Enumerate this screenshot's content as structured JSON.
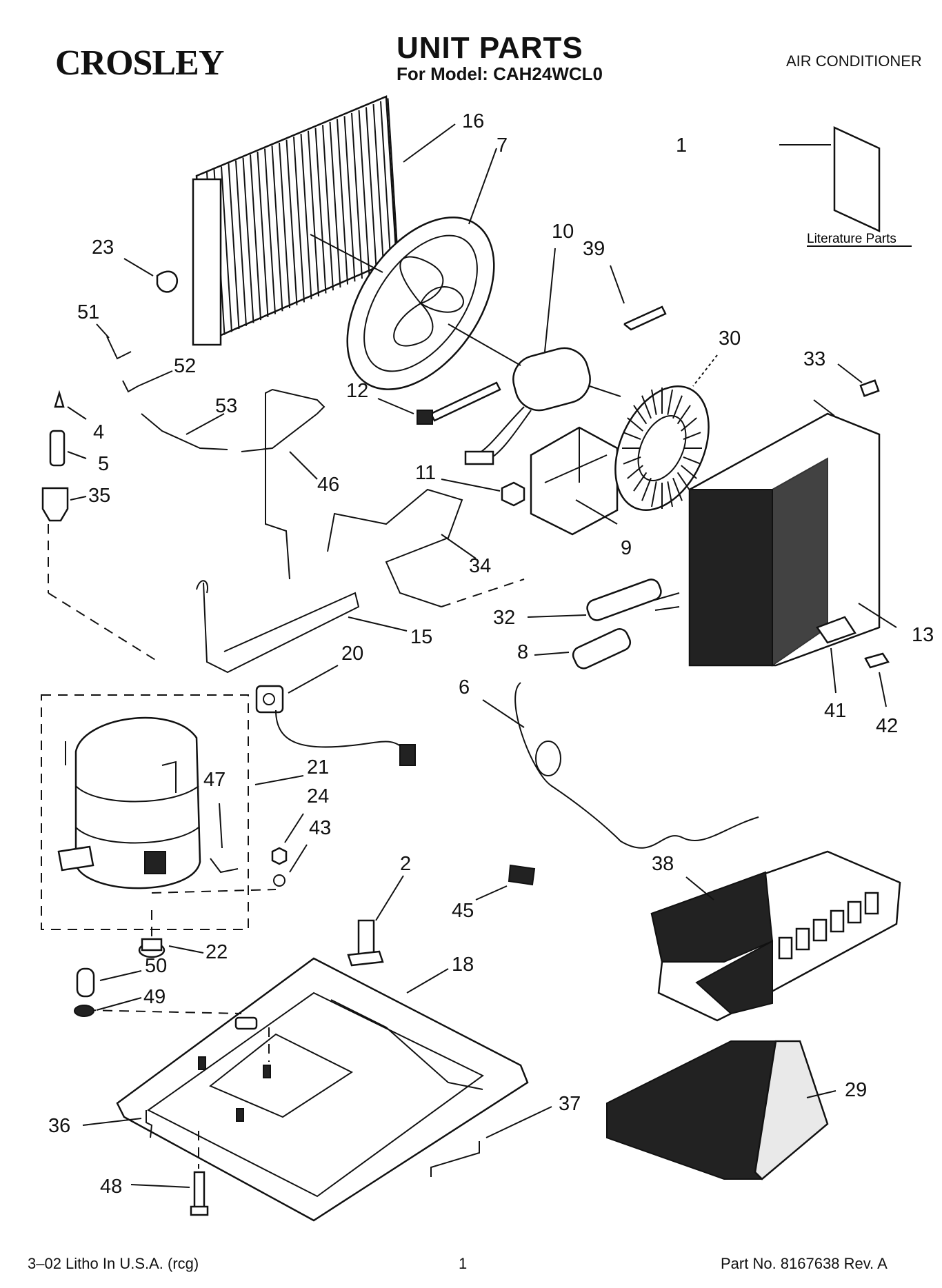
{
  "header": {
    "brand": "CROSLEY",
    "title": "UNIT PARTS",
    "model_line": "For Model: CAH24WCL0",
    "product_type": "AIR CONDITIONER"
  },
  "diagram": {
    "literature_label": "Literature Parts",
    "callouts": [
      "1",
      "2",
      "4",
      "5",
      "6",
      "7",
      "8",
      "9",
      "10",
      "11",
      "12",
      "13",
      "15",
      "16",
      "18",
      "20",
      "21",
      "22",
      "23",
      "24",
      "29",
      "30",
      "32",
      "33",
      "34",
      "35",
      "36",
      "37",
      "38",
      "39",
      "41",
      "42",
      "43",
      "45",
      "46",
      "47",
      "48",
      "49",
      "50",
      "51",
      "52",
      "53"
    ]
  },
  "footer": {
    "print_info": "3–02 Litho In U.S.A. (rcg)",
    "page_number": "1",
    "part_number": "Part No. 8167638 Rev. A"
  }
}
